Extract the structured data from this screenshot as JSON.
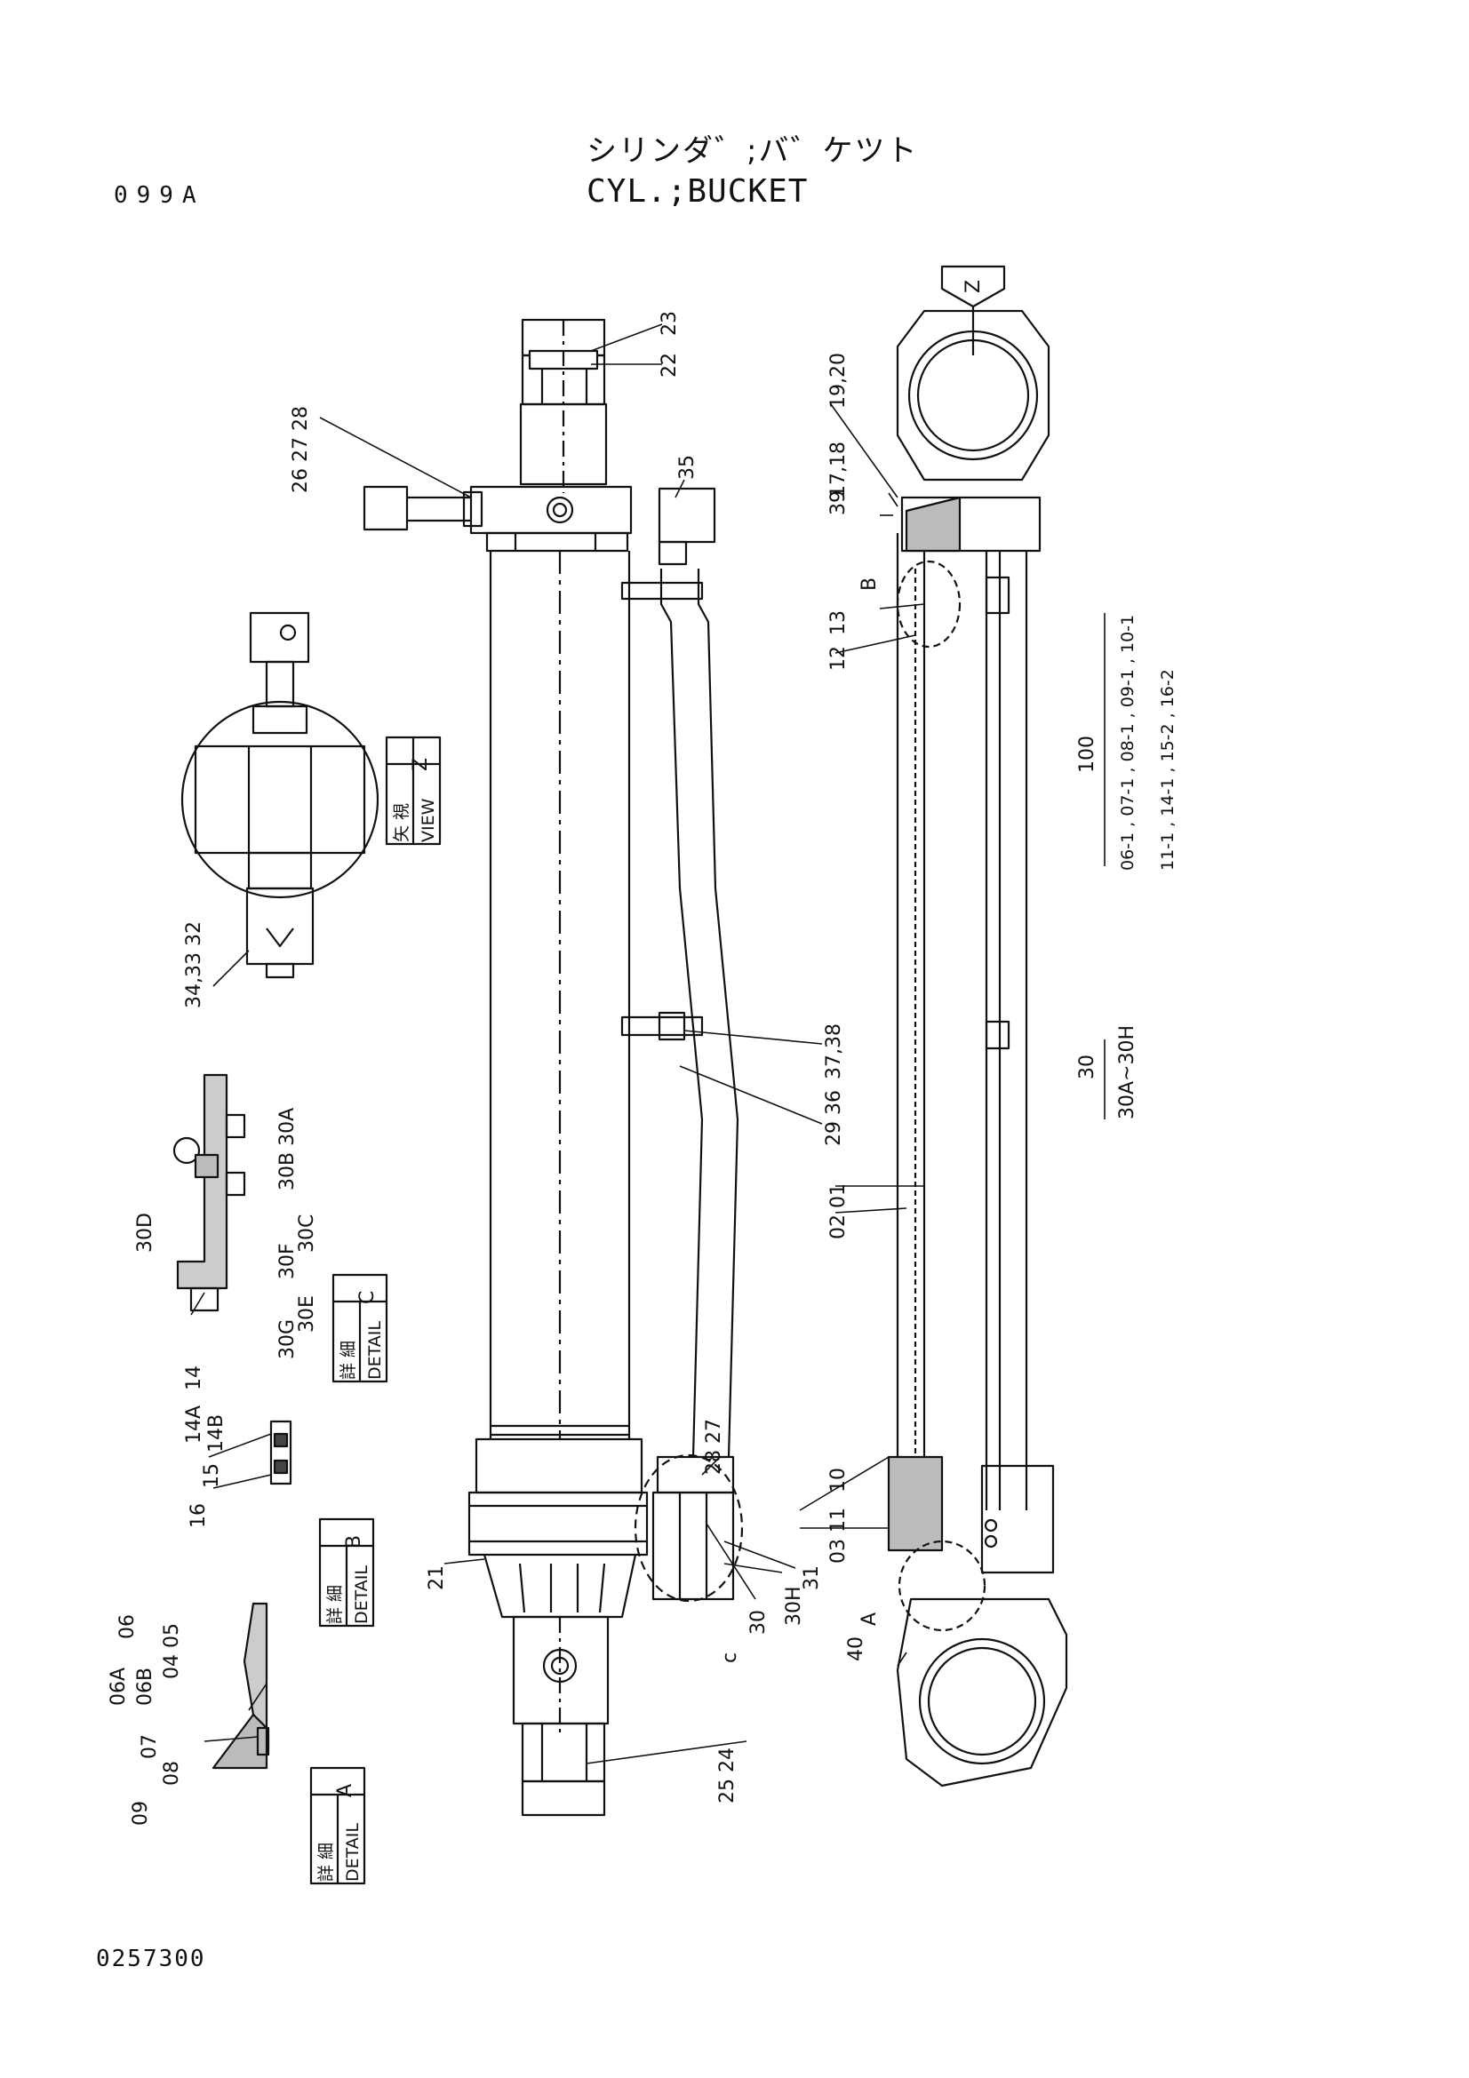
{
  "header": {
    "title_jp": "シリンダ゛;バ゛ケツト",
    "title_en": "CYL.;BUCKET",
    "code": "099A"
  },
  "footer": {
    "drawing_number": "0257300"
  },
  "view_boxes": {
    "view_z": {
      "jp": "矢 視",
      "en": "VIEW",
      "letter": "Z"
    },
    "detail_c": {
      "jp": "詳 細",
      "en": "DETAIL",
      "letter": "C"
    },
    "detail_b": {
      "jp": "詳 細",
      "en": "DETAIL",
      "letter": "B"
    },
    "detail_a": {
      "jp": "詳 細",
      "en": "DETAIL",
      "letter": "A"
    }
  },
  "arrow_z": "Z",
  "kit_100": {
    "number": "100",
    "line1": "06-1 , 07-1 , 08-1 , 09-1 , 10-1",
    "line2": "11-1 , 14-1 , 15-2 , 16-2"
  },
  "kit_30": {
    "number": "30",
    "range": "30A~30H"
  },
  "callouts": {
    "c_23": "23",
    "c_22": "22",
    "c_26_27_28": "26 27 28",
    "c_35": "35",
    "c_19_20": "19,20",
    "c_17_18": "17,18",
    "c_39": "39",
    "c_b": "B",
    "c_13": "13",
    "c_12": "12",
    "c_34_33_32": "34,33 32",
    "c_37_38": "37,38",
    "c_29_36": "29 36",
    "c_02_01": "02 01",
    "c_30b_30a": "30B 30A",
    "c_30c": "30C",
    "c_30f": "30F",
    "c_30d": "30D",
    "c_30g": "30G",
    "c_30e": "30E",
    "c_14a": "14A",
    "c_14b": "14B",
    "c_14": "14",
    "c_15": "15",
    "c_16": "16",
    "c_28_27": "28 27",
    "c_10": "10",
    "c_03_11": "03 11",
    "c_21": "21",
    "c_31": "31",
    "c_30h": "30H",
    "c_30": "30",
    "c_c": "c",
    "c_a": "A",
    "c_06a": "06A",
    "c_06b": "06B",
    "c_06": "06",
    "c_04_05": "04 05",
    "c_07": "07",
    "c_08": "08",
    "c_09": "09",
    "c_40": "40",
    "c_25_24": "25 24"
  }
}
